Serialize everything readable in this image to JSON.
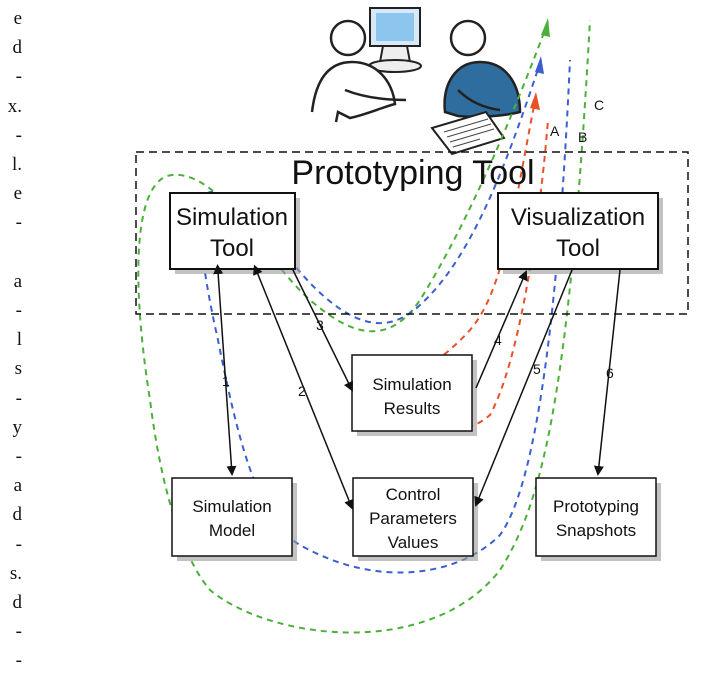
{
  "left_margin_text": [
    "e",
    "d",
    "-",
    "x.",
    "-",
    "l.",
    "e",
    "-",
    "",
    "a",
    "-",
    "l",
    "s",
    "-",
    "y",
    "-",
    "a",
    "d",
    "-",
    "s.",
    "d",
    "-",
    "-"
  ],
  "frame": {
    "title": "Prototyping Tool"
  },
  "nodes": {
    "simulation_tool": [
      "Simulation",
      "Tool"
    ],
    "visualization_tool": [
      "Visualization",
      "Tool"
    ],
    "simulation_results": [
      "Simulation",
      "Results"
    ],
    "simulation_model": [
      "Simulation",
      "Model"
    ],
    "control_parameters": [
      "Control",
      "Parameters",
      "Values"
    ],
    "prototyping_snapshots": [
      "Prototyping",
      "Snapshots"
    ]
  },
  "edges": [
    "1",
    "2",
    "3",
    "4",
    "5",
    "6"
  ],
  "paths": [
    {
      "label": "A",
      "color": "#e8502a"
    },
    {
      "label": "B",
      "color": "#3b5fd0"
    },
    {
      "label": "C",
      "color": "#4caf3a"
    }
  ]
}
